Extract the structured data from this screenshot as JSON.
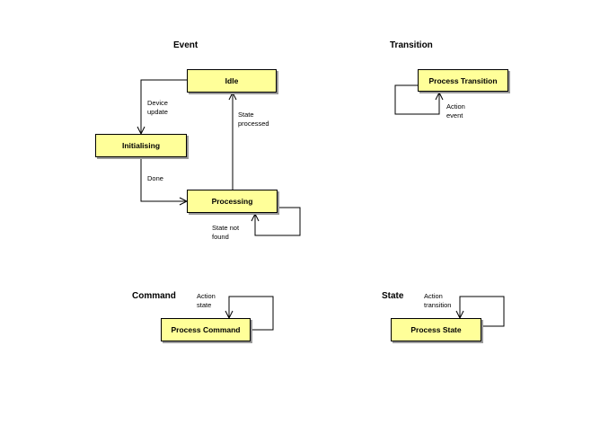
{
  "sections": {
    "event": "Event",
    "transition": "Transition",
    "command": "Command",
    "state": "State"
  },
  "states": {
    "idle": "Idle",
    "initialising": "Initialising",
    "processing": "Processing",
    "process_transition": "Process Transition",
    "process_command": "Process Command",
    "process_state": "Process State"
  },
  "transitions": {
    "device_update": "Device\nupdate",
    "done": "Done",
    "state_processed": "State\nprocessed",
    "state_not_found": "State not\nfound",
    "action_event": "Action\nevent",
    "action_state": "Action\nstate",
    "action_transition": "Action\ntransition"
  },
  "colors": {
    "state_fill": "#ffff99",
    "line": "#000000",
    "shadow": "#9a9a9a"
  }
}
